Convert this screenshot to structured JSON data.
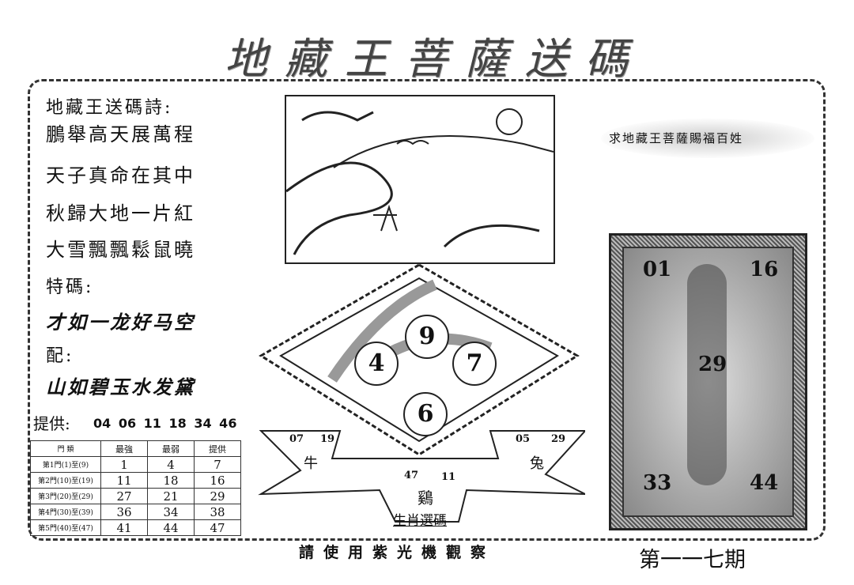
{
  "title": "地藏王菩薩送碼",
  "poem": {
    "heading": "地藏王送碼詩:",
    "lines": [
      "鵬舉高天展萬程",
      "天子真命在其中",
      "秋歸大地一片紅",
      "大雪飄飄鬆鼠曉"
    ]
  },
  "special": {
    "label": "特碼:",
    "text": "才如一龙好马空"
  },
  "pair": {
    "label": "配:",
    "text": "山如碧玉水发黛"
  },
  "provide": {
    "label": "提供:",
    "numbers": "04 06 11 18 34 46"
  },
  "table": {
    "headers": [
      "門 類",
      "最強",
      "最弱",
      "提供"
    ],
    "rows": [
      [
        "第1門(1)至(9)",
        "1",
        "4",
        "7"
      ],
      [
        "第2門(10)至(19)",
        "11",
        "18",
        "16"
      ],
      [
        "第3門(20)至(29)",
        "27",
        "21",
        "29"
      ],
      [
        "第4門(30)至(39)",
        "36",
        "34",
        "38"
      ],
      [
        "第5門(40)至(47)",
        "41",
        "44",
        "47"
      ]
    ]
  },
  "balls": [
    "9",
    "4",
    "7",
    "6"
  ],
  "zodiac": {
    "ox": {
      "name": "牛",
      "nums": [
        "07",
        "19"
      ]
    },
    "rabbit": {
      "name": "兔",
      "nums": [
        "05",
        "29"
      ]
    },
    "rooster": {
      "name": "鷄",
      "nums": [
        "47",
        "11"
      ]
    },
    "caption": "生肖選碼"
  },
  "banner": "求地藏王菩薩賜福百姓",
  "buddha_numbers": [
    "01",
    "16",
    "29",
    "33",
    "44"
  ],
  "footer": {
    "note": "請使用紫光機觀察",
    "issue": "第一一七期"
  }
}
